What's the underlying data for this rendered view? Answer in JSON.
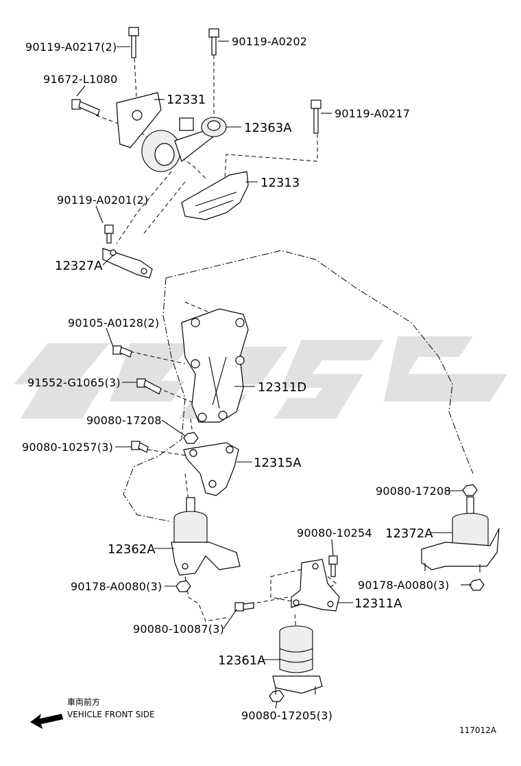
{
  "parts": [
    {
      "id": "p1",
      "text": "90119-A0217(2)"
    },
    {
      "id": "p2",
      "text": "90119-A0202"
    },
    {
      "id": "p3",
      "text": "91672-L1080"
    },
    {
      "id": "p4",
      "text": "12331"
    },
    {
      "id": "p5",
      "text": "12363A"
    },
    {
      "id": "p6",
      "text": "90119-A0217"
    },
    {
      "id": "p7",
      "text": "12313"
    },
    {
      "id": "p8",
      "text": "90119-A0201(2)"
    },
    {
      "id": "p9",
      "text": "12327A"
    },
    {
      "id": "p10",
      "text": "90105-A0128(2)"
    },
    {
      "id": "p11",
      "text": "91552-G1065(3)"
    },
    {
      "id": "p12",
      "text": "12311D"
    },
    {
      "id": "p13",
      "text": "90080-17208"
    },
    {
      "id": "p14",
      "text": "90080-10257(3)"
    },
    {
      "id": "p15",
      "text": "12315A"
    },
    {
      "id": "p16",
      "text": "12362A"
    },
    {
      "id": "p17",
      "text": "90178-A0080(3)"
    },
    {
      "id": "p18",
      "text": "90080-10254"
    },
    {
      "id": "p19",
      "text": "12311A"
    },
    {
      "id": "p20",
      "text": "90080-10087(3)"
    },
    {
      "id": "p21",
      "text": "12361A"
    },
    {
      "id": "p22",
      "text": "90080-17205(3)"
    },
    {
      "id": "p23",
      "text": "90080-17208"
    },
    {
      "id": "p24",
      "text": "12372A"
    },
    {
      "id": "p25",
      "text": "90178-A0080(3)"
    }
  ],
  "front_side": {
    "japanese": "車両前方",
    "english": "VEHICLE FRONT SIDE"
  },
  "figure_id": "117012A",
  "colors": {
    "line": "#000000",
    "watermark": "#c8c8c8"
  },
  "icons": [
    "front-arrow-icon"
  ]
}
